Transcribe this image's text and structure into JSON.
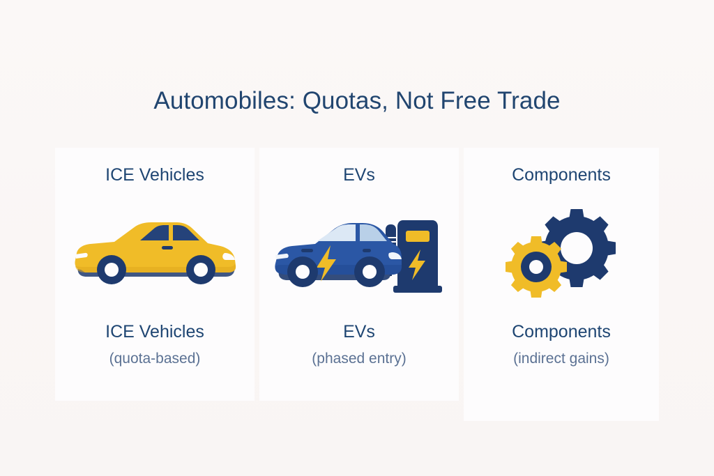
{
  "title": "Automobiles: Quotas, Not Free Trade",
  "colors": {
    "background": "#faf7f6",
    "card_background": "#fdfcfd",
    "navy": "#1e3a6e",
    "navy_text": "#1e4572",
    "caption_text": "#5b7193",
    "yellow": "#f0bc28",
    "blue_car": "#2b57a5",
    "blue_car_dark": "#1e3a6e"
  },
  "cards": [
    {
      "header": "ICE Vehicles",
      "icon": "yellow-sedan-car-icon",
      "label": "ICE Vehicles",
      "caption": "(quota-based)"
    },
    {
      "header": "EVs",
      "icon": "blue-electric-car-charging-station-icon",
      "label": "EVs",
      "caption": "(phased entry)"
    },
    {
      "header": "Components",
      "icon": "two-gears-icon",
      "label": "Components",
      "caption": "(indirect gains)"
    }
  ]
}
